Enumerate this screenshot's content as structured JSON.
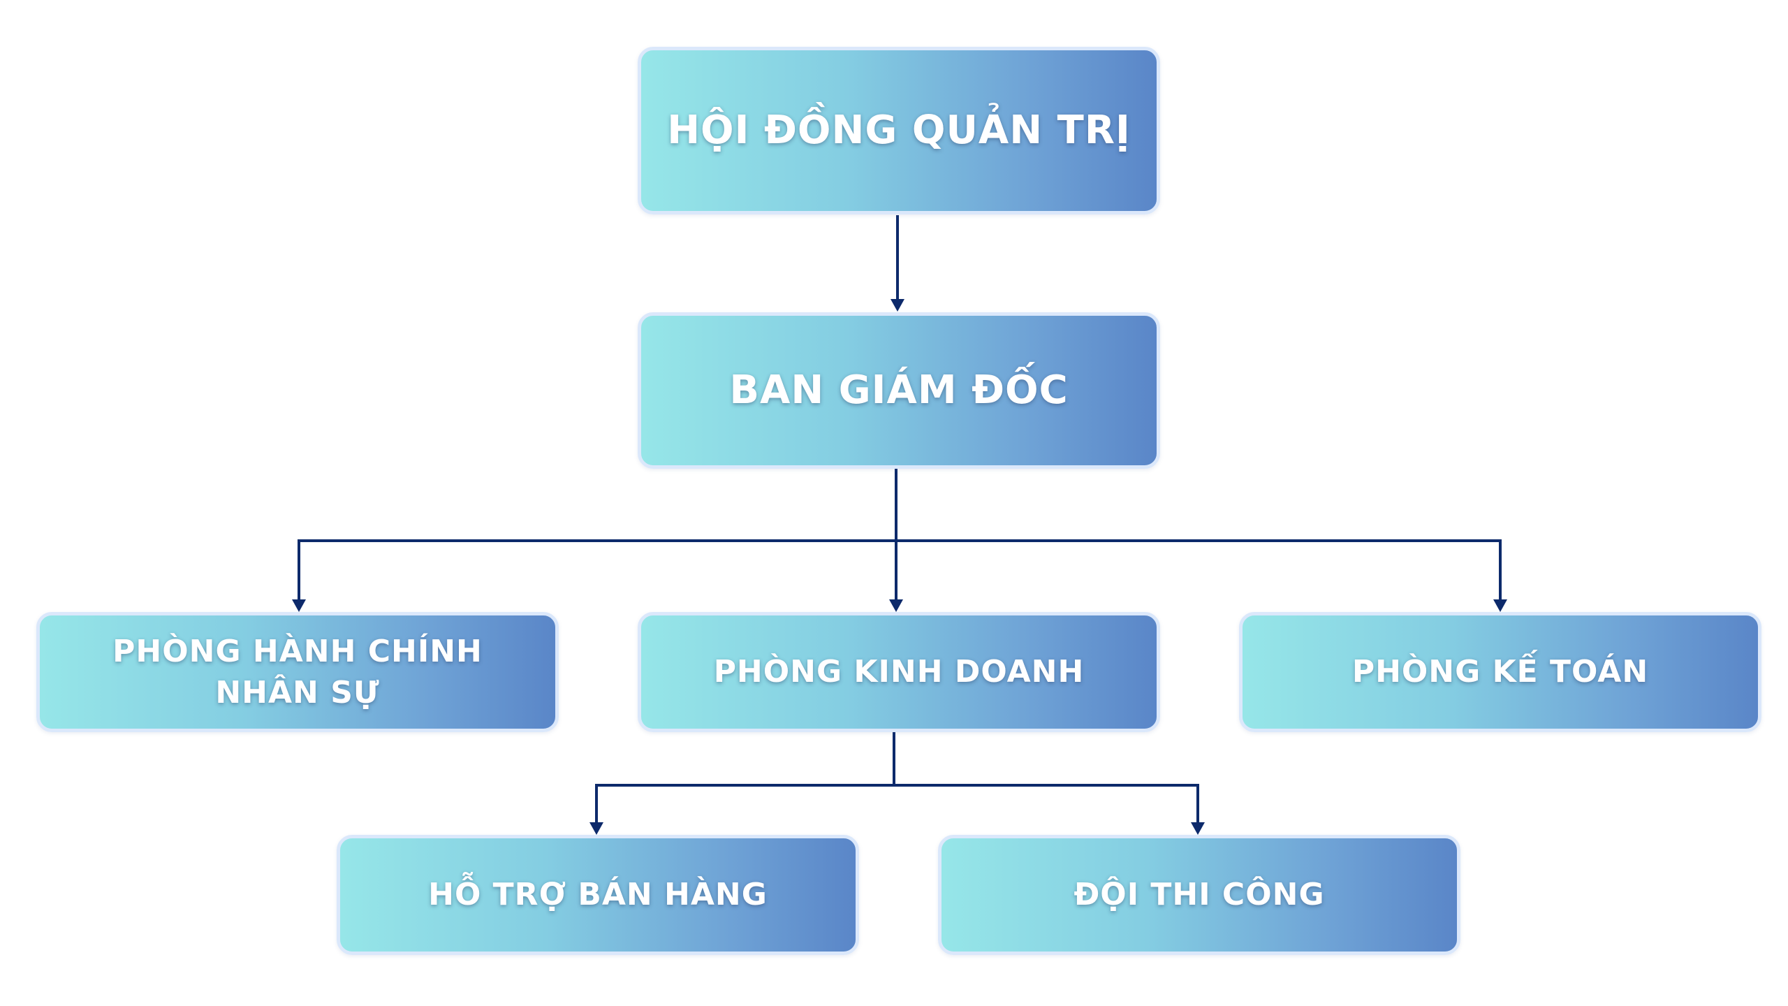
{
  "org_chart": {
    "board": {
      "label": "HỘI ĐỒNG QUẢN TRỊ"
    },
    "director": {
      "label": "BAN GIÁM ĐỐC"
    },
    "departments": [
      {
        "label": "PHÒNG HÀNH CHÍNH\nNHÂN SỰ"
      },
      {
        "label": "PHÒNG KINH DOANH"
      },
      {
        "label": "PHÒNG KẾ TOÁN"
      }
    ],
    "sales_teams": [
      {
        "label": "HỖ TRỢ BÁN HÀNG"
      },
      {
        "label": "ĐỘI THI CÔNG"
      }
    ]
  },
  "colors": {
    "connector": "#0d2a6b",
    "node_gradient_start": "#96e6e8",
    "node_gradient_end": "#5a86c8",
    "node_border": "#dbe8fb",
    "text": "#ffffff"
  }
}
